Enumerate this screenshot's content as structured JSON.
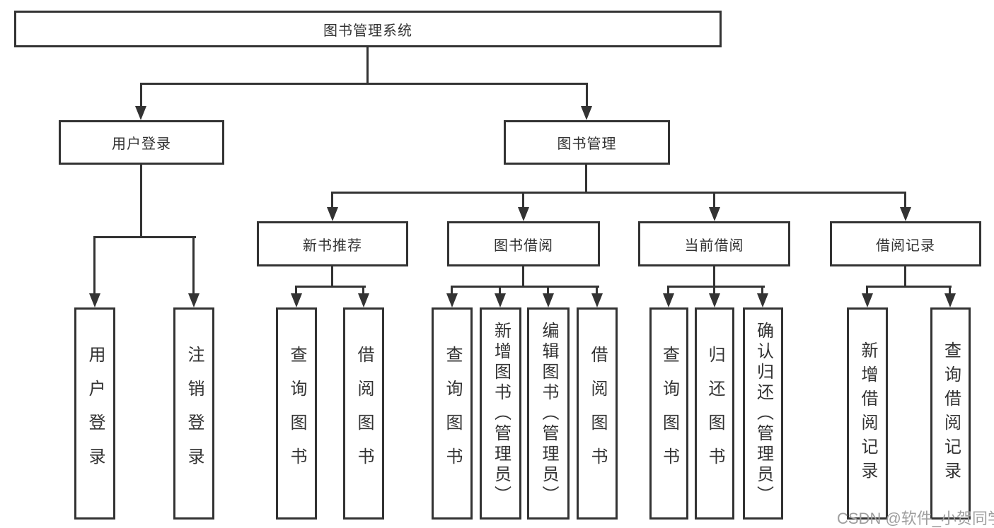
{
  "diagram": {
    "root": "图书管理系统",
    "level2": {
      "user_login": "用户登录",
      "book_mgmt": "图书管理"
    },
    "level3": {
      "new_books": "新书推荐",
      "borrow": "图书借阅",
      "current": "当前借阅",
      "records": "借阅记录"
    },
    "leaves": {
      "user_login": [
        "用户登录",
        "注销登录"
      ],
      "new_books": [
        "查询图书",
        "借阅图书"
      ],
      "borrow": [
        "查询图书",
        "新增图书（管理员）",
        "编辑图书（管理员）",
        "借阅图书"
      ],
      "current": [
        "查询图书",
        "归还图书",
        "确认归还（管理员）"
      ],
      "records": [
        "新增借阅记录",
        "查询借阅记录"
      ]
    }
  },
  "watermark": "CSDN @软件_小贺同学",
  "colors": {
    "line": "#333333",
    "text": "#333333",
    "watermark_text": "#9e9e9e",
    "background": "#ffffff"
  }
}
